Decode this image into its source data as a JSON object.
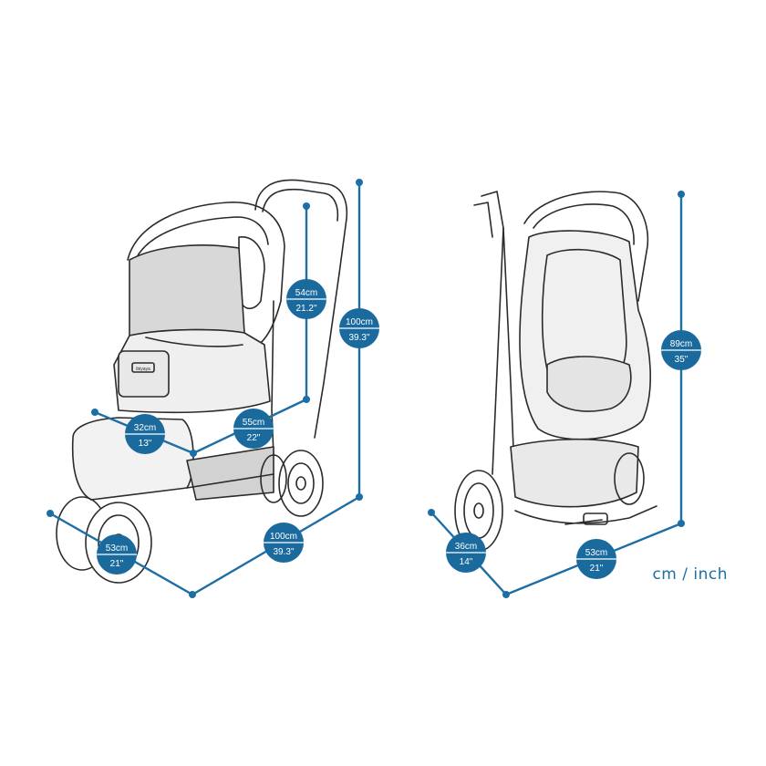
{
  "colors": {
    "accent": "#1c6ea4",
    "badge": "#1a6a9e",
    "line_art": "#2b2b2b",
    "mesh": "#bdbdbd"
  },
  "unit_legend": "cm / inch",
  "open_stroller": {
    "brand_tag": "ibiyaya",
    "dimensions": [
      {
        "metric": "54cm",
        "imperial": "21.2\""
      },
      {
        "metric": "100cm",
        "imperial": "39.3\""
      },
      {
        "metric": "32cm",
        "imperial": "13\""
      },
      {
        "metric": "55cm",
        "imperial": "22\""
      },
      {
        "metric": "53cm",
        "imperial": "21\""
      },
      {
        "metric": "100cm",
        "imperial": "39.3\""
      }
    ]
  },
  "folded_stroller": {
    "dimensions": [
      {
        "metric": "89cm",
        "imperial": "35\""
      },
      {
        "metric": "36cm",
        "imperial": "14\""
      },
      {
        "metric": "53cm",
        "imperial": "21\""
      }
    ]
  }
}
